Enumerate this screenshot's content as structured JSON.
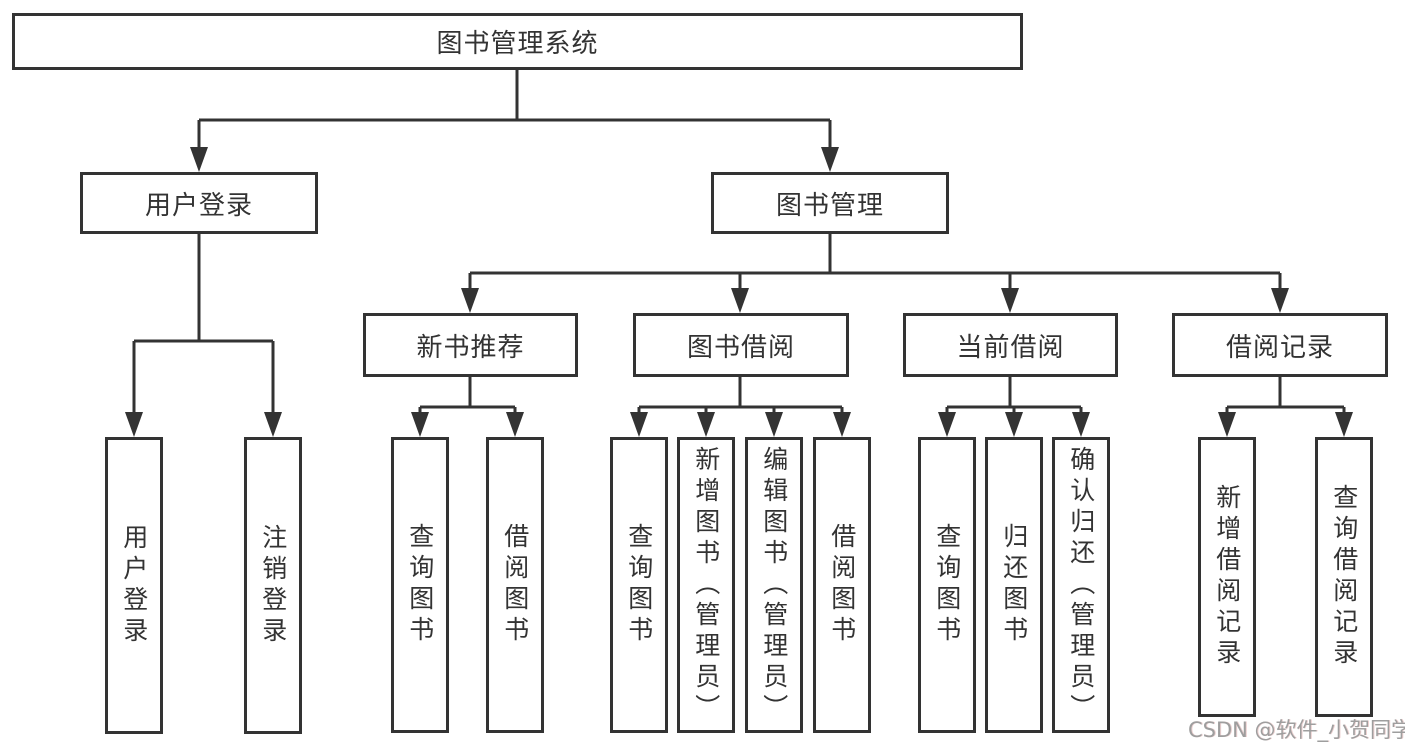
{
  "tree": {
    "label": "图书管理系统",
    "children": [
      {
        "label": "用户登录",
        "children": [
          {
            "label": "用户登录"
          },
          {
            "label": "注销登录"
          }
        ]
      },
      {
        "label": "图书管理",
        "children": [
          {
            "label": "新书推荐",
            "children": [
              {
                "label": "查询图书"
              },
              {
                "label": "借阅图书"
              }
            ]
          },
          {
            "label": "图书借阅",
            "children": [
              {
                "label": "查询图书"
              },
              {
                "label": "新增图书（管理员）"
              },
              {
                "label": "编辑图书（管理员）"
              },
              {
                "label": "借阅图书"
              }
            ]
          },
          {
            "label": "当前借阅",
            "children": [
              {
                "label": "查询图书"
              },
              {
                "label": "归还图书"
              },
              {
                "label": "确认归还（管理员）"
              }
            ]
          },
          {
            "label": "借阅记录",
            "children": [
              {
                "label": "新增借阅记录"
              },
              {
                "label": "查询借阅记录"
              }
            ]
          }
        ]
      }
    ]
  },
  "watermark": {
    "text": "CSDN @软件_小贺同学"
  },
  "colors": {
    "line": "#333333",
    "box_border": "#333333",
    "text": "#333333",
    "watermark": "#9e9e9e",
    "background": "#ffffff"
  }
}
